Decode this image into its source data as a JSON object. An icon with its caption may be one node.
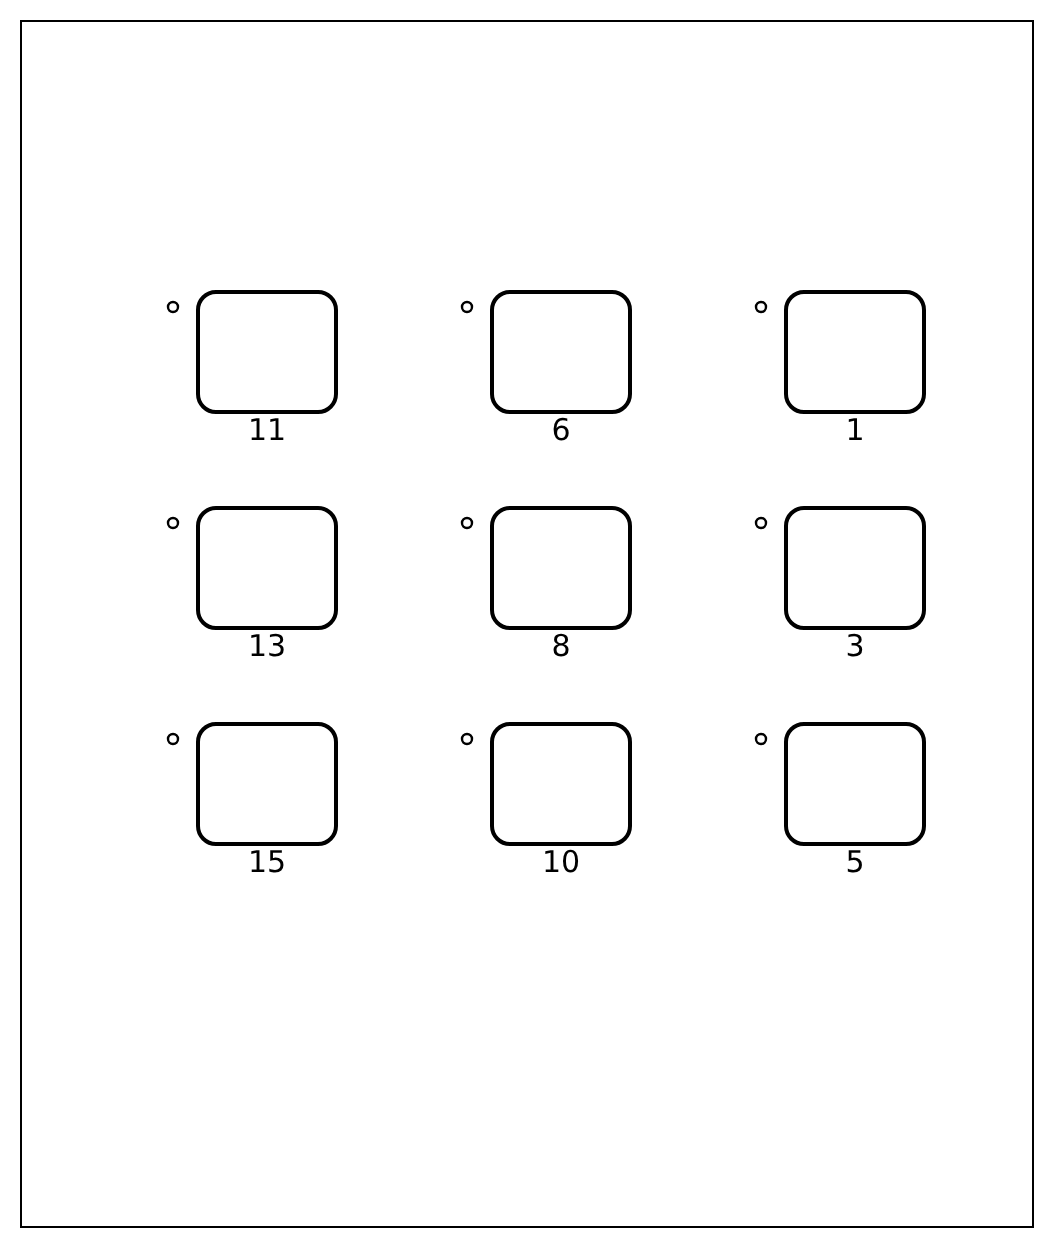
{
  "diagram": {
    "nodes": [
      {
        "text": [],
        "shape": "box",
        "beside": [
          "11"
        ]
      },
      {
        "text": [],
        "shape": "box",
        "beside": [
          "6"
        ]
      },
      {
        "text": [],
        "shape": "box",
        "beside": [
          "1"
        ]
      },
      {
        "text": [],
        "shape": "box",
        "beside": [
          "13"
        ]
      },
      {
        "text": [],
        "shape": "box",
        "beside": [
          "8"
        ]
      },
      {
        "text": [],
        "shape": "box",
        "beside": [
          "3"
        ]
      },
      {
        "text": [],
        "shape": "box",
        "beside": [
          "15"
        ]
      },
      {
        "text": [],
        "shape": "box",
        "beside": [
          "10"
        ]
      },
      {
        "text": [],
        "shape": "box",
        "beside": [
          "5"
        ]
      }
    ]
  }
}
